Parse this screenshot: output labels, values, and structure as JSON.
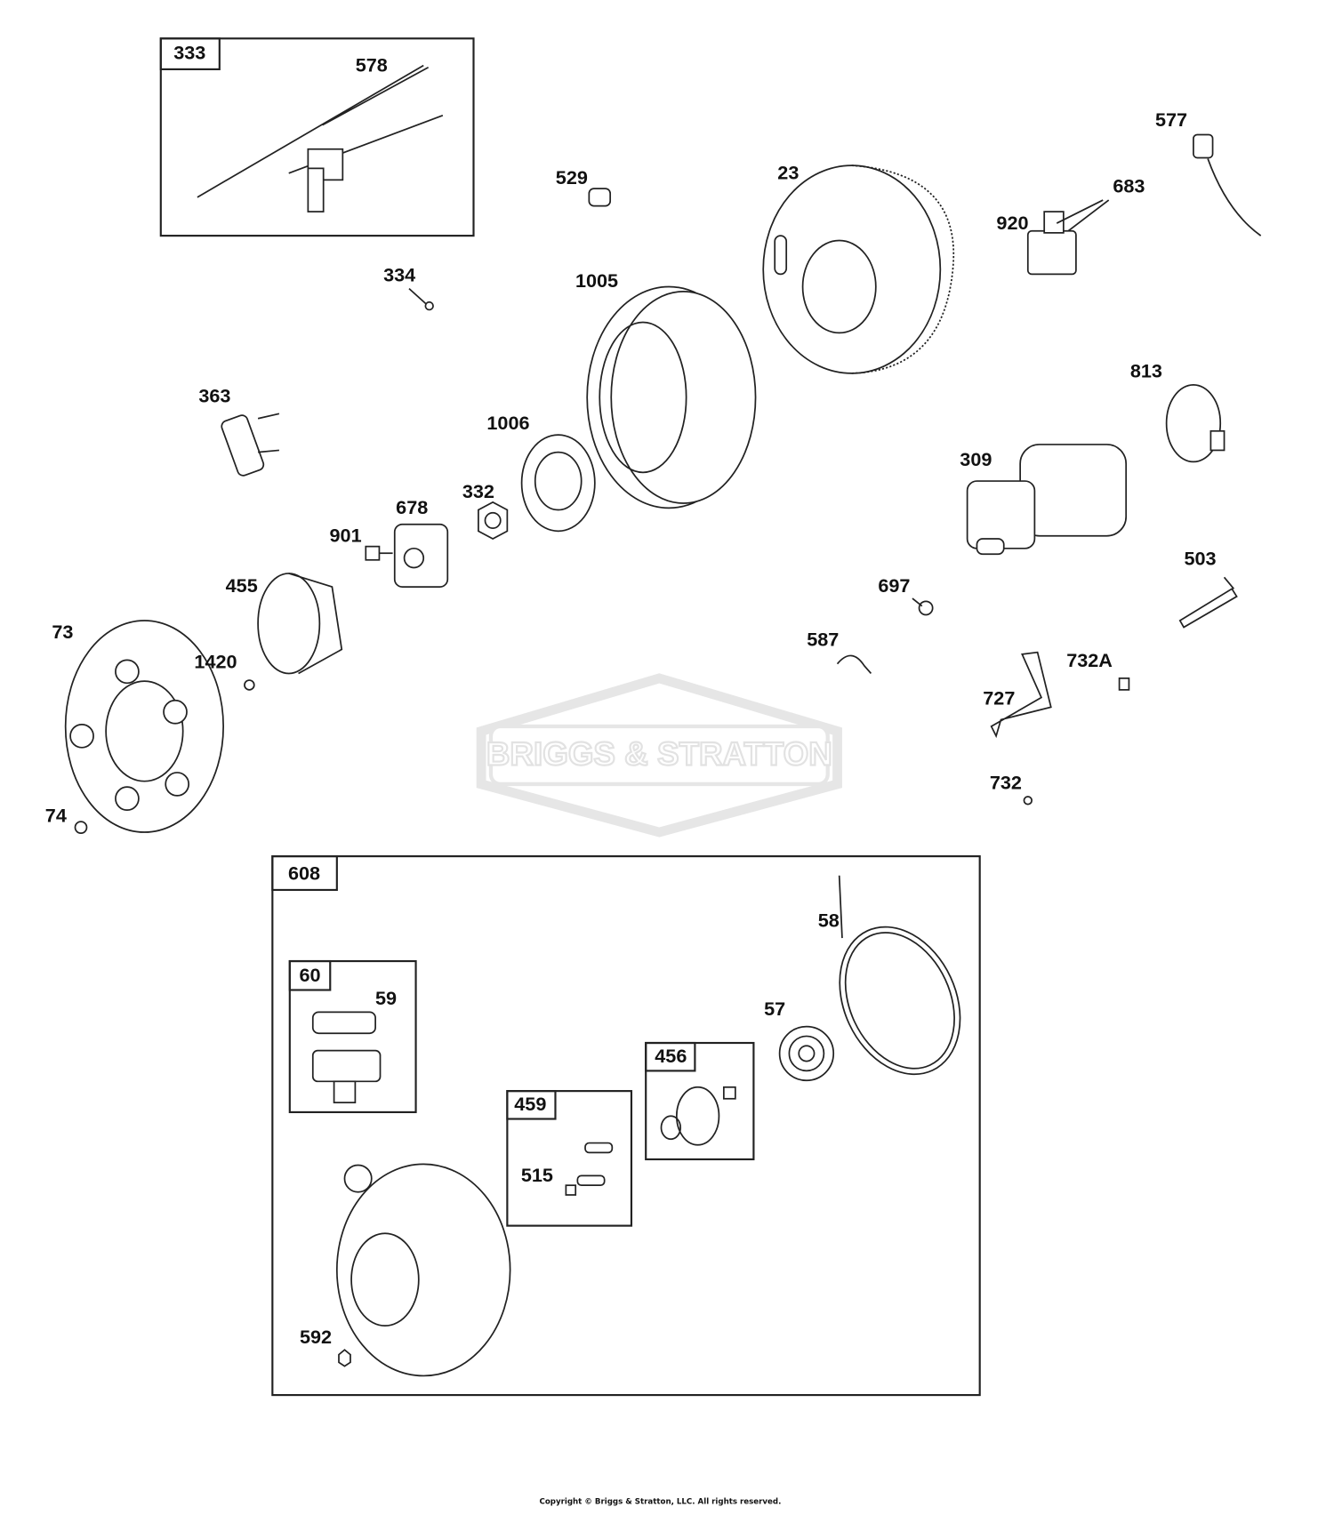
{
  "diagram": {
    "watermark_logo": "BRIGGS & STRATTON",
    "copyright": "Copyright © Briggs & Stratton, LLC. All rights reserved.",
    "groups": {
      "g333": "333",
      "g608": "608",
      "g60": "60",
      "g456": "456",
      "g459": "459"
    },
    "labels": {
      "p578": "578",
      "p529": "529",
      "p23": "23",
      "p577": "577",
      "p683": "683",
      "p920": "920",
      "p334": "334",
      "p1005": "1005",
      "p813": "813",
      "p363": "363",
      "p1006": "1006",
      "p309": "309",
      "p332": "332",
      "p678": "678",
      "p901": "901",
      "p503": "503",
      "p455": "455",
      "p697": "697",
      "p587": "587",
      "p73": "73",
      "p1420": "1420",
      "p732A": "732A",
      "p727": "727",
      "p732": "732",
      "p74": "74",
      "p58": "58",
      "p59": "59",
      "p57": "57",
      "p515": "515",
      "p592": "592"
    }
  }
}
